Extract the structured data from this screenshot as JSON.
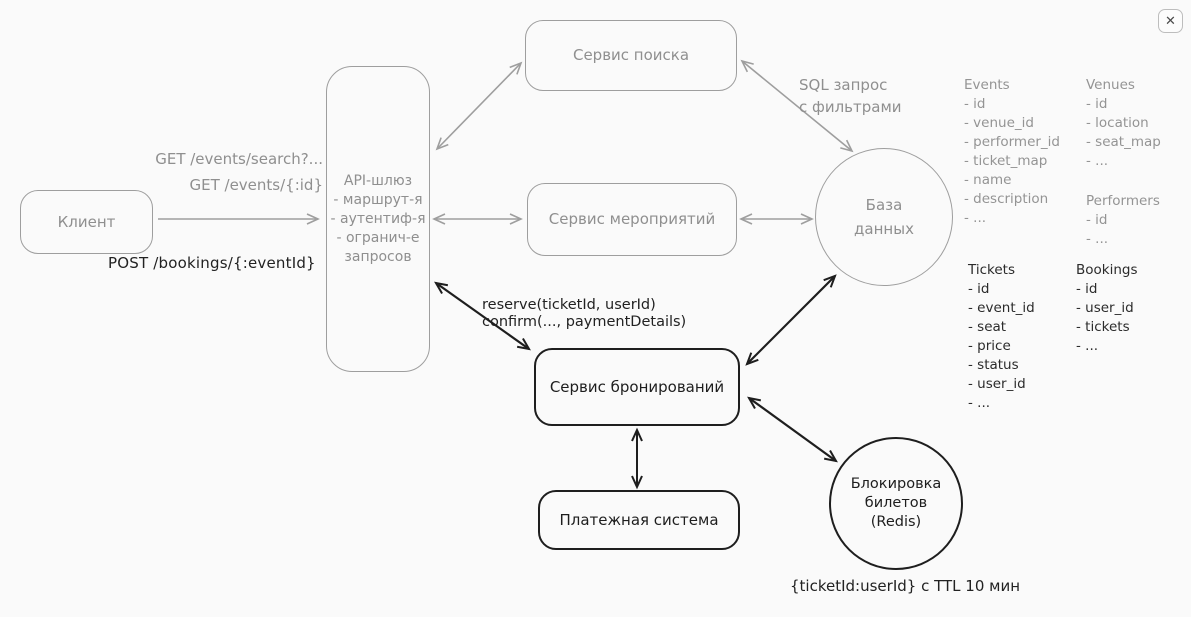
{
  "window": {
    "close_glyph": "✕"
  },
  "colors": {
    "background": "#fafafa",
    "muted_stroke": "#9e9e9e",
    "muted_text": "#8f8f8f",
    "strong_stroke": "#1e1e1e",
    "strong_text": "#222222"
  },
  "nodes": {
    "client": {
      "label": "Клиент"
    },
    "api_gateway": {
      "lines": [
        "API-шлюз",
        "- маршрут-я",
        "- аутентиф-я",
        "- огранич-е",
        "запросов"
      ]
    },
    "search_service": {
      "label": "Сервис поиска"
    },
    "events_service": {
      "label": "Сервис мероприятий"
    },
    "booking_service": {
      "label": "Сервис бронирований"
    },
    "payment_system": {
      "label": "Платежная система"
    },
    "database": {
      "lines": [
        "База",
        "данных"
      ]
    },
    "ticket_lock": {
      "lines": [
        "Блокировка",
        "билетов",
        "(Redis)"
      ]
    }
  },
  "edge_labels": {
    "get_search": "GET /events/search?...",
    "get_by_id": "GET /events/{:id}",
    "post_bookings": "POST /bookings/{:eventId}",
    "sql_query": [
      "SQL запрос",
      "с фильтрами"
    ],
    "booking_calls": [
      "reserve(ticketId, userId)",
      "confirm(..., paymentDetails)"
    ],
    "ttl": "{ticketId:userId} с TTL 10 мин"
  },
  "schemas": {
    "events": {
      "title": "Events",
      "fields": [
        "- id",
        "- venue_id",
        "- performer_id",
        "- ticket_map",
        "- name",
        "- description",
        "- ..."
      ]
    },
    "venues": {
      "title": "Venues",
      "fields": [
        "- id",
        "- location",
        "- seat_map",
        "- ..."
      ]
    },
    "performers": {
      "title": "Performers",
      "fields": [
        "- id",
        "- ..."
      ]
    },
    "tickets": {
      "title": "Tickets",
      "fields": [
        "- id",
        "- event_id",
        "- seat",
        "- price",
        "- status",
        "- user_id",
        "- ..."
      ]
    },
    "bookings": {
      "title": "Bookings",
      "fields": [
        "- id",
        "- user_id",
        "- tickets",
        "- ..."
      ]
    }
  }
}
